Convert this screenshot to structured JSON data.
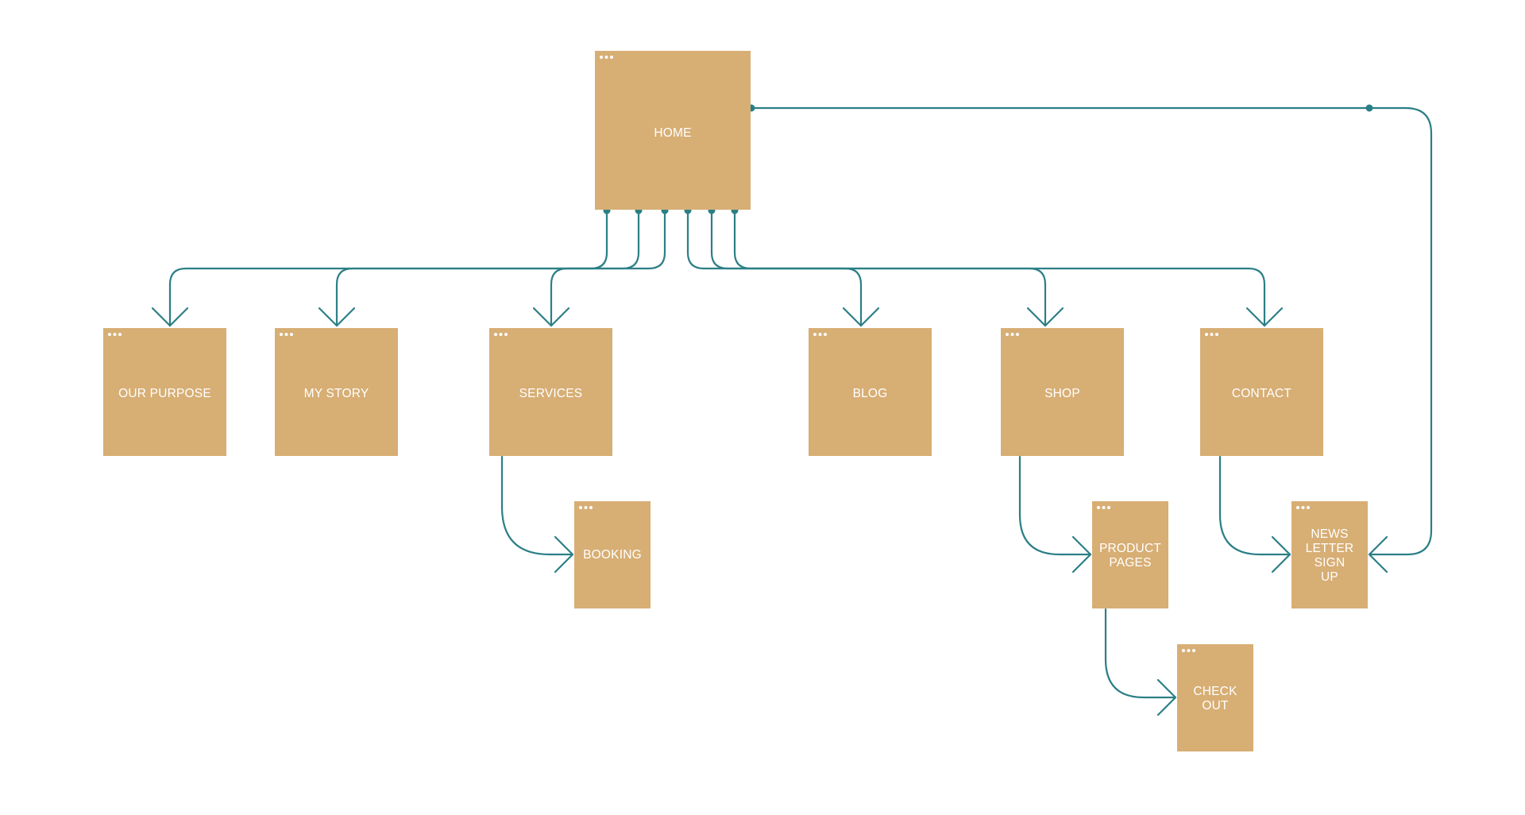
{
  "colors": {
    "page_fill": "#D7AE74",
    "connector": "#2B7F86",
    "label": "#FFFFFF",
    "dots": "#FFFFFF"
  },
  "nodes": {
    "home": {
      "lines": [
        "HOME"
      ]
    },
    "our_purpose": {
      "lines": [
        "OUR PURPOSE"
      ]
    },
    "my_story": {
      "lines": [
        "MY STORY"
      ]
    },
    "services": {
      "lines": [
        "SERVICES"
      ]
    },
    "blog": {
      "lines": [
        "BLOG"
      ]
    },
    "shop": {
      "lines": [
        "SHOP"
      ]
    },
    "contact": {
      "lines": [
        "CONTACT"
      ]
    },
    "booking": {
      "lines": [
        "BOOKING"
      ]
    },
    "product_pages": {
      "lines": [
        "PRODUCT",
        "PAGES"
      ]
    },
    "newsletter_sign_up": {
      "lines": [
        "NEWS",
        "LETTER",
        "SIGN",
        "UP"
      ]
    },
    "check_out": {
      "lines": [
        "CHECK",
        "OUT"
      ]
    }
  },
  "edges": [
    {
      "from": "home",
      "to": "our_purpose"
    },
    {
      "from": "home",
      "to": "my_story"
    },
    {
      "from": "home",
      "to": "services"
    },
    {
      "from": "home",
      "to": "blog"
    },
    {
      "from": "home",
      "to": "shop"
    },
    {
      "from": "home",
      "to": "contact"
    },
    {
      "from": "home",
      "to": "newsletter_sign_up"
    },
    {
      "from": "services",
      "to": "booking"
    },
    {
      "from": "shop",
      "to": "product_pages"
    },
    {
      "from": "contact",
      "to": "newsletter_sign_up"
    },
    {
      "from": "product_pages",
      "to": "check_out"
    }
  ]
}
